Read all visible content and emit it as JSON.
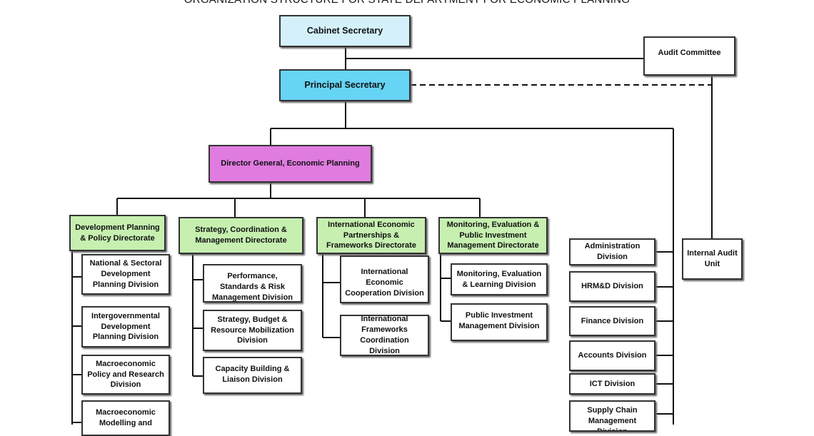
{
  "title": "ORGANIZATION STRUCTURE FOR STATE DEPARTMENT FOR ECONOMIC PLANNING",
  "top": {
    "cabinet_secretary": "Cabinet Secretary",
    "principal_secretary": "Principal Secretary",
    "audit_committee": "Audit Committee",
    "director_general": "Director General, Economic Planning",
    "internal_audit": "Internal Audit Unit"
  },
  "directorates": [
    {
      "name": "Development Planning & Policy Directorate",
      "divisions": [
        "National & Sectoral Development Planning Division",
        "Intergovernmental Development Planning Division",
        "Macroeconomic Policy and Research Division",
        "Macroeconomic Modelling and"
      ]
    },
    {
      "name": "Strategy, Coordination & Management Directorate",
      "divisions": [
        "Performance, Standards & Risk Management Division",
        "Strategy, Budget & Resource Mobilization Division",
        "Capacity Building & Liaison Division"
      ]
    },
    {
      "name": "International Economic Partnerships & Frameworks Directorate",
      "divisions": [
        "International Economic Cooperation Division",
        "International Frameworks Coordination Division"
      ]
    },
    {
      "name": "Monitoring, Evaluation & Public Investment Management Directorate",
      "divisions": [
        "Monitoring, Evaluation & Learning Division",
        "Public Investment Management Division"
      ]
    }
  ],
  "admin_divisions": [
    "Administration Division",
    "HRM&D Division",
    "Finance Division",
    "Accounts Division",
    "ICT Division",
    "Supply Chain Management Division"
  ],
  "colors": {
    "cabinet": "#d4f1fb",
    "principal": "#66d4f5",
    "director_general": "#e07be0",
    "directorate": "#c6efb0"
  }
}
